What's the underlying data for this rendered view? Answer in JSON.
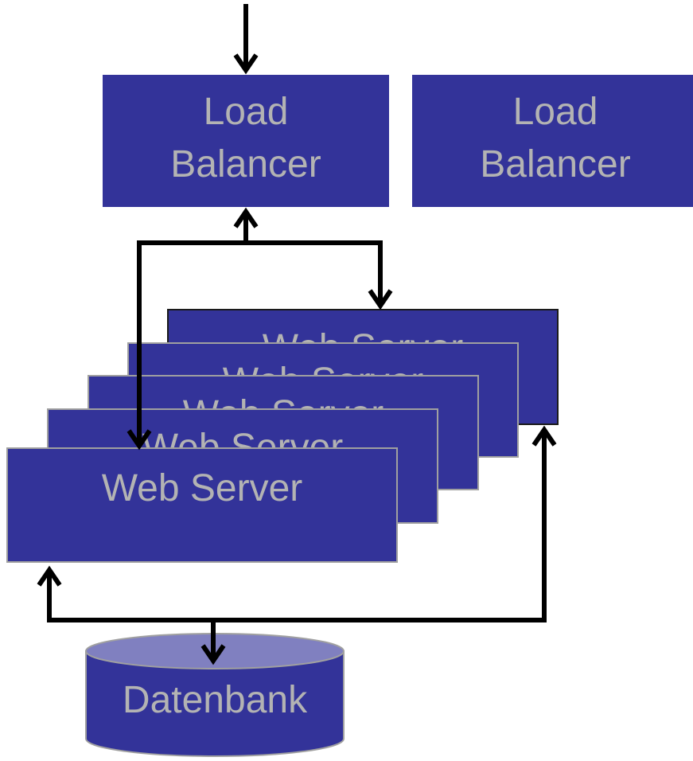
{
  "load_balancer_1": {
    "line1": "Load",
    "line2": "Balancer"
  },
  "load_balancer_2": {
    "line1": "Load",
    "line2": "Balancer"
  },
  "web_servers": [
    "Web Server",
    "Web Server",
    "Web Server",
    "Web Server",
    "Web Server"
  ],
  "database": {
    "label": "Datenbank"
  },
  "colors": {
    "box_fill": "#333399",
    "box_text": "#b3b3b3",
    "db_top": "#8080c0",
    "connector": "#000000"
  }
}
